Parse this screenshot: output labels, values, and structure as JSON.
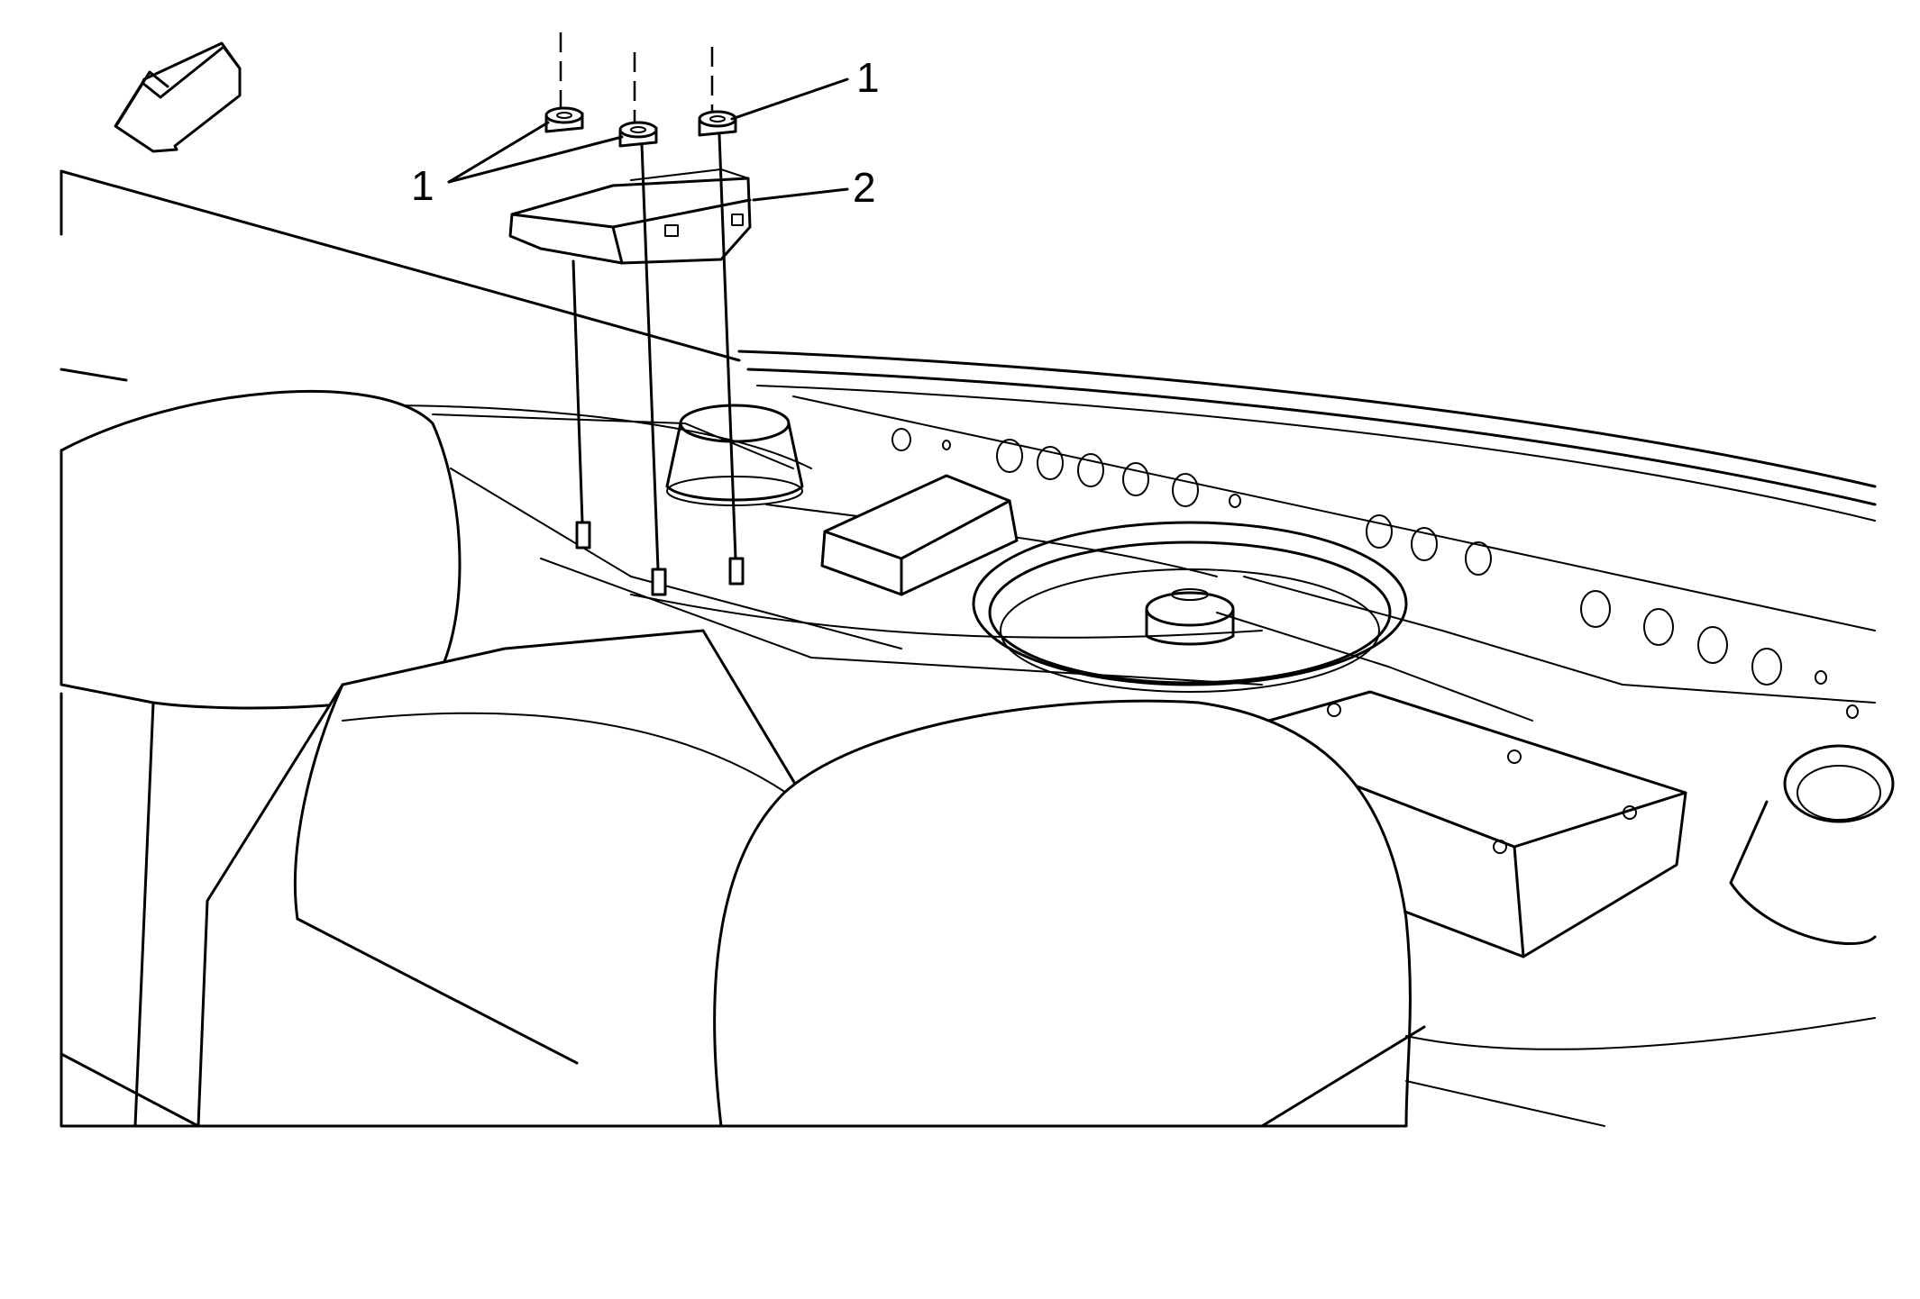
{
  "callouts": {
    "fasteners_top_right": "1",
    "fasteners_left": "1",
    "module": "2"
  },
  "colors": {
    "line": "#000000",
    "background": "#ffffff"
  },
  "icons": {
    "arrow": "front-direction-arrow-icon"
  }
}
